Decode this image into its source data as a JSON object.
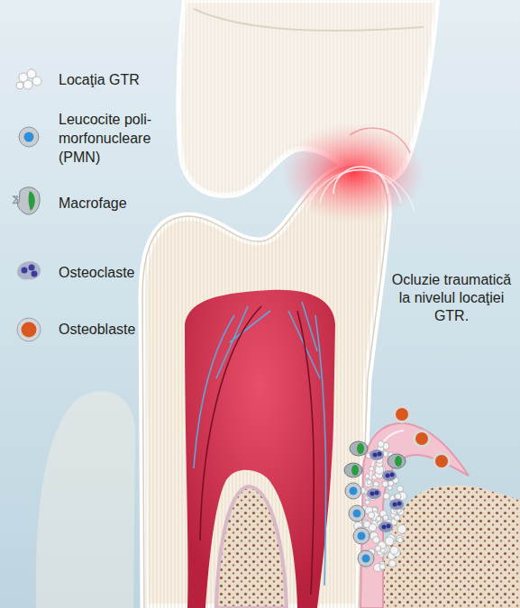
{
  "diagram": {
    "labels": [
      "Ocluzie traumatică la nivelul locaţiei GTR."
    ],
    "legend": [
      {
        "text": "Locaţia GTR"
      },
      {
        "text": "Leucocite poli- morfonucleare (PMN)"
      },
      {
        "text": "Macrofage"
      },
      {
        "text": "Osteoclaste"
      },
      {
        "text": "Osteoblaste"
      }
    ]
  }
}
